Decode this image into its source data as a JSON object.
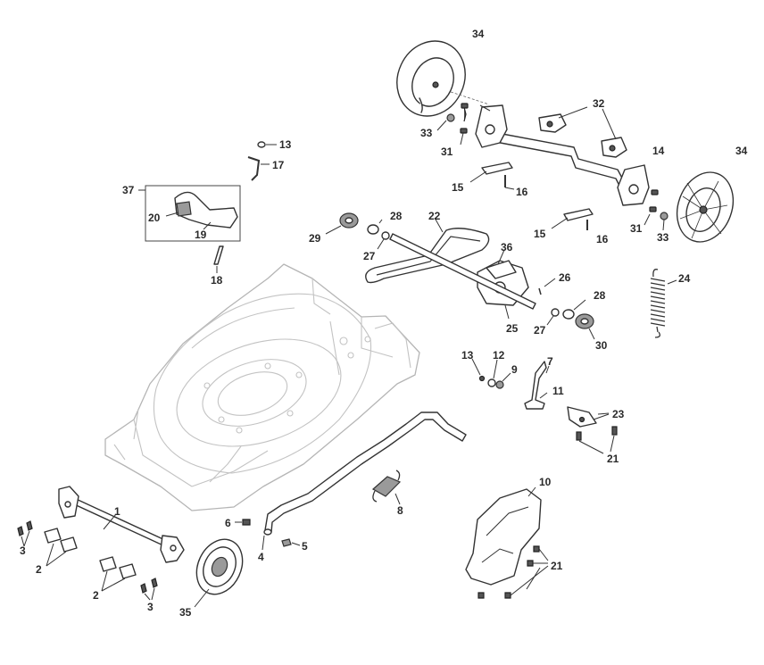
{
  "callouts": {
    "c1": "1",
    "c2a": "2",
    "c2b": "2",
    "c3a": "3",
    "c3b": "3",
    "c4": "4",
    "c5": "5",
    "c6": "6",
    "c7": "7",
    "c8": "8",
    "c9": "9",
    "c10": "10",
    "c11": "11",
    "c12": "12",
    "c13a": "13",
    "c13b": "13",
    "c14": "14",
    "c15a": "15",
    "c15b": "15",
    "c16a": "16",
    "c16b": "16",
    "c17": "17",
    "c18": "18",
    "c19": "19",
    "c20": "20",
    "c21a": "21",
    "c21b": "21",
    "c22": "22",
    "c23": "23",
    "c24": "24",
    "c25": "25",
    "c26": "26",
    "c27a": "27",
    "c27b": "27",
    "c28a": "28",
    "c28b": "28",
    "c29": "29",
    "c30": "30",
    "c31a": "31",
    "c31b": "31",
    "c32": "32",
    "c33a": "33",
    "c33b": "33",
    "c34a": "34",
    "c34b": "34",
    "c35": "35",
    "c36": "36",
    "c37": "37"
  }
}
